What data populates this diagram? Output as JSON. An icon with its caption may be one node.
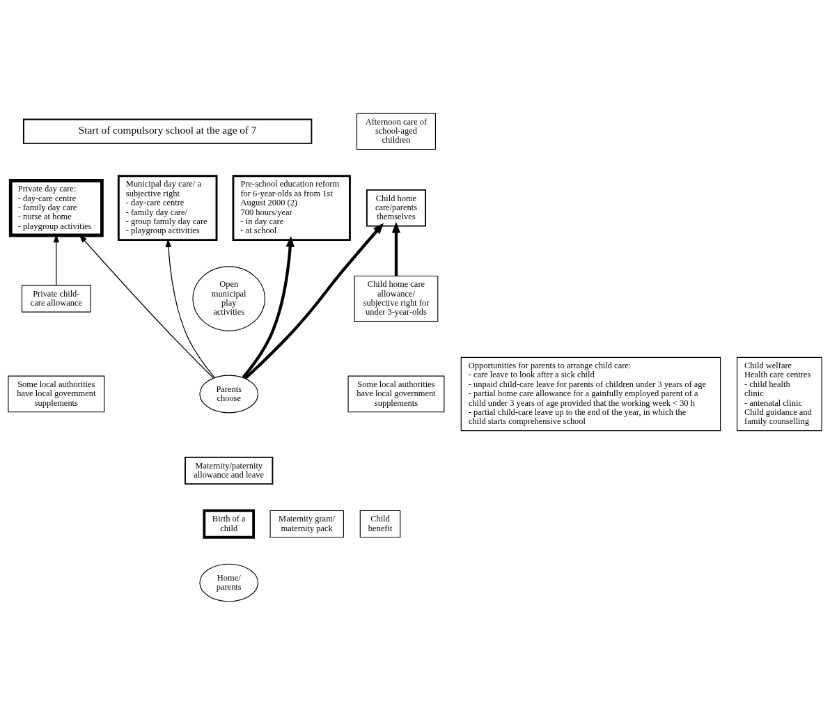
{
  "diagram": {
    "nodes": [
      {
        "text": [
          "Start of compulsory school at the age of 7"
        ]
      },
      {
        "text": [
          "Afternoon care of school-aged children"
        ]
      },
      {
        "text": [
          "Private day care:",
          "- day-care centre",
          "- family day care",
          "- nurse at home",
          "- playgroup activities"
        ]
      },
      {
        "text": [
          "Municipal day care/ a subjective right",
          "- day-care centre",
          "- family day care/",
          "- group family day care",
          "- playgroup activities"
        ]
      },
      {
        "text": [
          "Pre-school education reform for 6-year-olds as from 1st August 2000 (2)",
          "700 hours/year",
          "- in day care",
          "- at school"
        ]
      },
      {
        "text": [
          "Child home care/parents themselves"
        ]
      },
      {
        "text": [
          "Private child-care allowance"
        ]
      },
      {
        "text": [
          "Some local authorities have local government supplements"
        ]
      },
      {
        "text": [
          "Open municipal play activities"
        ]
      },
      {
        "text": [
          "Child home care allowance/ subjective right for under 3-year-olds"
        ]
      },
      {
        "text": [
          "Some local authorities have local government supplements"
        ]
      },
      {
        "text": [
          "Opportunities for parents to arrange child care:",
          "- care leave to look after a sick child",
          "- unpaid child-care leave for parents of children under 3 years of age",
          "- partial home care allowance for a gainfully employed parent of a child under 3 years of age provided that the working week < 30 h",
          "- partial child-care leave up to the end of the year, in which the child starts comprehensive school"
        ]
      },
      {
        "text": [
          "Child welfare",
          "Health care centres",
          "- child health clinic",
          "- antenatal clinic",
          "Child guidance and family counselling"
        ]
      },
      {
        "text": [
          "Parents choose"
        ]
      },
      {
        "text": [
          "Maternity/paternity allowance and leave"
        ]
      },
      {
        "text": [
          "Maternity grant/ maternity pack"
        ]
      },
      {
        "text": [
          "Birth of a child"
        ]
      },
      {
        "text": [
          "Child benefit"
        ]
      },
      {
        "text": [
          "Home/ parents"
        ]
      }
    ],
    "edges": [
      {
        "from": 6,
        "to": 2,
        "arrow": "to"
      },
      {
        "from": 13,
        "to": 2,
        "arrow": "to"
      },
      {
        "from": 13,
        "to": 3,
        "arrow": "to"
      },
      {
        "from": 13,
        "to": 4,
        "arrow": "to",
        "style": "thick"
      },
      {
        "from": 13,
        "to": 5,
        "arrow": "to",
        "style": "thick"
      },
      {
        "from": 9,
        "to": 5,
        "arrow": "to",
        "style": "thick"
      }
    ]
  }
}
